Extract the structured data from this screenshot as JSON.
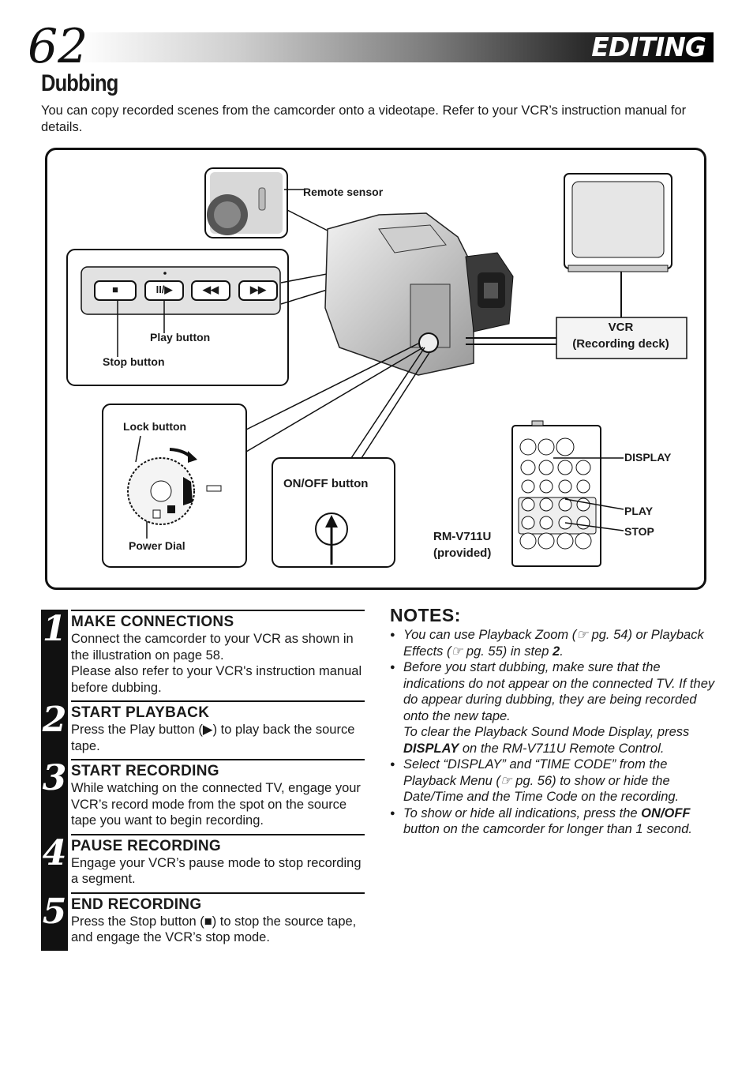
{
  "header": {
    "page_number": "62",
    "section": "EDITING",
    "title": "Dubbing",
    "intro": "You can copy recorded scenes from the camcorder onto a videotape. Refer to your VCR’s instruction manual for details."
  },
  "diagram": {
    "remote_sensor": "Remote sensor",
    "play_button": "Play button",
    "stop_button": "Stop button",
    "vcr_line1": "VCR",
    "vcr_line2": "(Recording deck)",
    "lock_button": "Lock button",
    "power_dial": "Power Dial",
    "onoff_button": "ON/OFF button",
    "remote_model": "RM-V711U",
    "remote_provided": "(provided)",
    "display": "DISPLAY",
    "play": "PLAY",
    "stop": "STOP",
    "transport_buttons": [
      "■",
      "II/▶",
      "◀◀",
      "▶▶"
    ]
  },
  "steps": [
    {
      "num": "1",
      "heading": "MAKE CONNECTIONS",
      "text": "Connect the camcorder to your VCR as shown in the illustration on page 58.\nPlease also refer to your VCR's instruction manual before dubbing."
    },
    {
      "num": "2",
      "heading": "START PLAYBACK",
      "text": "Press the Play button (▶) to play back the source tape."
    },
    {
      "num": "3",
      "heading": "START RECORDING",
      "text": "While watching on the connected TV, engage your VCR’s record mode from the spot on the source tape you want to begin recording."
    },
    {
      "num": "4",
      "heading": "PAUSE RECORDING",
      "text": "Engage your VCR’s pause mode to stop recording a segment."
    },
    {
      "num": "5",
      "heading": "END RECORDING",
      "text": "Press the Stop button (■) to stop the source tape, and engage the VCR’s stop mode."
    }
  ],
  "notes": {
    "title": "NOTES:",
    "n1_a": "You can use Playback Zoom (☞ pg. 54) or Playback Effects (☞ pg. 55) in step ",
    "n1_b": "2",
    "n1_c": ".",
    "n2_a": "Before you start dubbing, make sure that the indications do not appear on the connected TV. If they do appear during dubbing, they are being recorded onto the new tape.",
    "n2_b": "To clear the Playback Sound Mode Display, press ",
    "n2_c": "DISPLAY",
    "n2_d": " on the RM-V711U Remote Control.",
    "n3": "Select “DISPLAY” and “TIME CODE” from the Playback Menu (☞ pg. 56) to show or hide the Date/Time and the Time Code on the recording.",
    "n4_a": "To show or hide all indications, press the ",
    "n4_b": "ON/OFF",
    "n4_c": " button on the camcorder for longer than 1 second."
  }
}
